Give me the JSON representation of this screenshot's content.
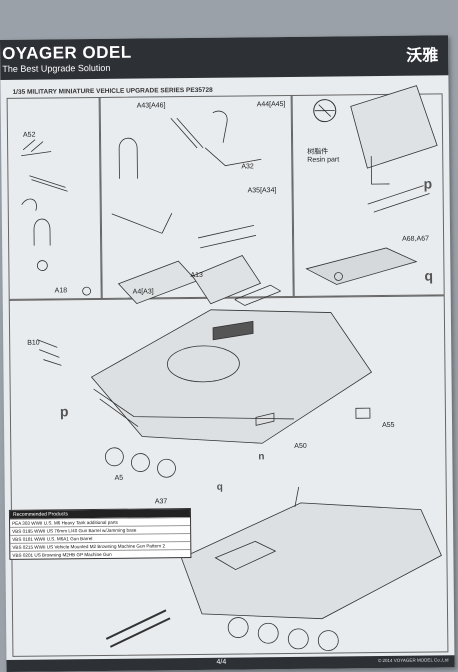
{
  "header": {
    "brand": "OYAGER ODEL",
    "tagline": "The Best Upgrade Solution",
    "brand_cn": "沃雅",
    "series_title": "1/35 MILITARY MINIATURE VEHICLE UPGRADE SERIES PE35728"
  },
  "labels": {
    "a52": "A52",
    "a18": "A18",
    "a43": "A43[A46]",
    "a44": "A44[A45]",
    "a32": "A32",
    "a35": "A35[A34]",
    "resin_cn": "树脂件",
    "resin_en": "Resin part",
    "p_top": "p",
    "a4": "A4[A3]",
    "a13": "A13",
    "a68": "A68,A67",
    "q_top": "q",
    "b10": "B10",
    "p_main": "p",
    "a55": "A55",
    "a50": "A50",
    "n": "n",
    "a5": "A5",
    "a37": "A37",
    "q_main": "q"
  },
  "reference_table": {
    "title": "Recommended Products",
    "rows": [
      "PEA 303  WWII U.S. M6 Heavy Tank additional parts",
      "VBS 0195  WWII US 76mm  L/40 Gun Barrel w/Jamming base",
      "VBS 0181  WWII U.S. M6A1 Gun Barrel",
      "VBS 0215  WWII US Vehicle Mounted M2 Browning Machine Gun Pattern 2",
      "VBS 0201  US Browning M2HB GP Machine Gun"
    ]
  },
  "footer": {
    "page": "4/4",
    "copyright": "© 2014 VOYAGER MODEL Co.,Ltd"
  }
}
